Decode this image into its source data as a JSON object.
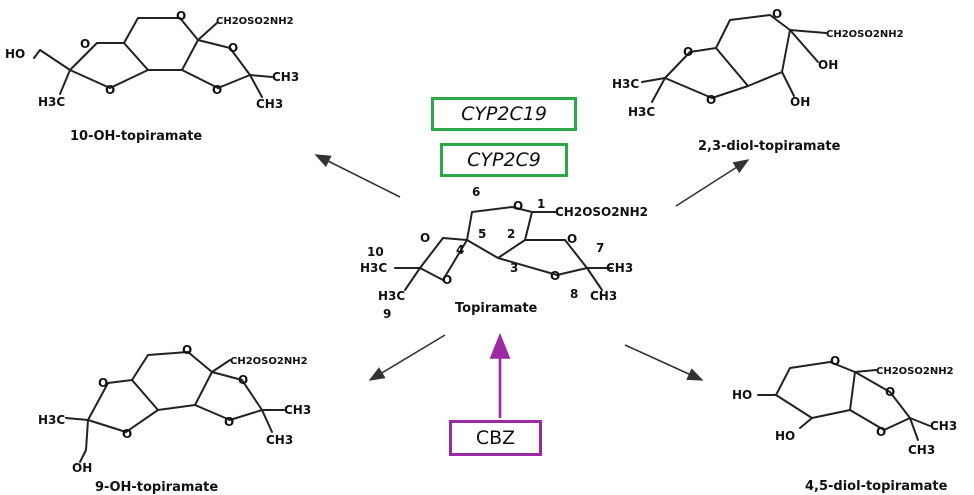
{
  "diagram": {
    "center": {
      "name": "Topiramate",
      "atoms": {
        "o_ring": "O",
        "o_a": "O",
        "o_b": "O",
        "o_c": "O",
        "o_d": "O",
        "me10": "H3C",
        "me9": "H3C",
        "me7": "CH3",
        "me8": "CH3",
        "sulfamate": "CH2OSO2NH2"
      },
      "numbers": [
        "1",
        "2",
        "3",
        "4",
        "5",
        "6",
        "7",
        "8",
        "9",
        "10"
      ]
    },
    "metabolites": [
      {
        "name": "10-OH-topiramate",
        "atoms": [
          "HO",
          "O",
          "O",
          "O",
          "O",
          "O",
          "H3C",
          "CH3",
          "CH3",
          "CH2OSO2NH2"
        ]
      },
      {
        "name": "2,3-diol-topiramate",
        "atoms": [
          "O",
          "O",
          "O",
          "H3C",
          "H3C",
          "OH",
          "OH",
          "CH2OSO2NH2"
        ]
      },
      {
        "name": "9-OH-topiramate",
        "atoms": [
          "O",
          "O",
          "O",
          "O",
          "O",
          "H3C",
          "OH",
          "CH3",
          "CH3",
          "CH2OSO2NH2"
        ]
      },
      {
        "name": "4,5-diol-topiramate",
        "atoms": [
          "O",
          "O",
          "O",
          "HO",
          "HO",
          "CH3",
          "CH3",
          "CH2OSO2NH2"
        ]
      }
    ],
    "enzymes": [
      {
        "label": "CYP2C19",
        "color": "#2aa84a"
      },
      {
        "label": "CYP2C9",
        "color": "#2aa84a"
      }
    ],
    "inducer": {
      "label": "CBZ",
      "color": "#9b2aa3"
    },
    "colors": {
      "enzyme_border": "#2aa84a",
      "inducer_border": "#9b2aa3",
      "inducer_arrow": "#9b2aa3"
    }
  }
}
